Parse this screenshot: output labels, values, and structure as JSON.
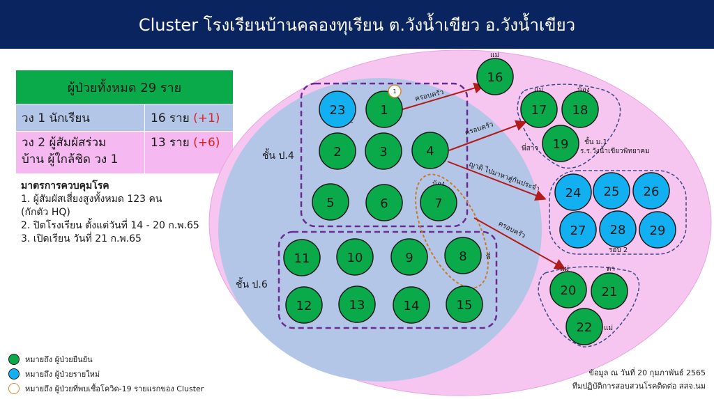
{
  "title": "Cluster โรงเรียนบ้านคลองทุเรียน ต.วังน้ำเขียว อ.วังน้ำเขียว",
  "summary": {
    "header": "ผู้ป่วยทั้งหมด 29 ราย",
    "ring1_label": "วง 1 นักเรียน",
    "ring1_count": "16 ราย",
    "ring1_delta": "(+1)",
    "ring2_label_line1": "วง 2 ผู้สัมผัสร่วม",
    "ring2_label_line2": "บ้าน ผู้ใกล้ชิด วง 1",
    "ring2_count": "13 ราย",
    "ring2_delta": "(+6)"
  },
  "measures": {
    "title": "มาตรการควบคุมโรค",
    "items": [
      "1. ผู้สัมผัสเสี่ยงสูงทั้งหมด 123 คน",
      "(กักตัว HQ)",
      "2. ปิดโรงเรียน ตั้งแต่วันที่ 14 - 20 ก.พ.65",
      "3. เปิดเรียน วันที่ 21 ก.พ.65"
    ]
  },
  "legend": [
    {
      "label": "หมายถึง ผู้ป่วยยืนยัน",
      "color": "#0aaa4a"
    },
    {
      "label": "หมายถึง ผู้ป่วยรายใหม่",
      "color": "#12b0f0"
    },
    {
      "label": "หมายถึง ผู้ป่วยที่พบเชื้อโควิด-19 รายแรกของ Cluster",
      "color": "#ffffff"
    }
  ],
  "source": {
    "line1": "ข้อมูล ณ วันที่ 20 กุมภาพันธ์ 2565",
    "line2": "ทีมปฏิบัติการสอบสวนโรคติดต่อ สสจ.นม"
  },
  "colors": {
    "confirmed": "#0aaa4a",
    "new": "#12b0f0",
    "arrow": "#b31b1b",
    "group_border": "#6a2c91"
  },
  "diagram": {
    "grade4_label": "ชั้น ป.4",
    "grade6_label": "ชั้น ป.6",
    "first_case_badge": "1",
    "round2_label": "รอบ 2",
    "round2_label_b": "รอบ 2",
    "case_labels": {
      "c16": "แม่",
      "c17": "แม่",
      "c18": "น้อง",
      "c19": "พี่สาว",
      "c19_note_line1": "ชั้น ม.1",
      "c19_note_line2": "ร.ร.วังน้ำเขียวพิทยาคม",
      "c7": "น้อง",
      "c8": "พี่",
      "c20": "แม่",
      "c21": "ตา",
      "c22": "แม่"
    },
    "arrow_labels": [
      "ครอบครัว",
      "ครอบครัว",
      "ญาติ ไปมาหาสู่กันประจำ",
      "ครอบครัว"
    ],
    "cases": [
      {
        "id": "1",
        "status": "confirmed"
      },
      {
        "id": "2",
        "status": "confirmed"
      },
      {
        "id": "3",
        "status": "confirmed"
      },
      {
        "id": "4",
        "status": "confirmed"
      },
      {
        "id": "5",
        "status": "confirmed"
      },
      {
        "id": "6",
        "status": "confirmed"
      },
      {
        "id": "7",
        "status": "confirmed"
      },
      {
        "id": "8",
        "status": "confirmed"
      },
      {
        "id": "9",
        "status": "confirmed"
      },
      {
        "id": "10",
        "status": "confirmed"
      },
      {
        "id": "11",
        "status": "confirmed"
      },
      {
        "id": "12",
        "status": "confirmed"
      },
      {
        "id": "13",
        "status": "confirmed"
      },
      {
        "id": "14",
        "status": "confirmed"
      },
      {
        "id": "15",
        "status": "confirmed"
      },
      {
        "id": "16",
        "status": "confirmed"
      },
      {
        "id": "17",
        "status": "confirmed"
      },
      {
        "id": "18",
        "status": "confirmed"
      },
      {
        "id": "19",
        "status": "confirmed"
      },
      {
        "id": "20",
        "status": "confirmed"
      },
      {
        "id": "21",
        "status": "confirmed"
      },
      {
        "id": "22",
        "status": "confirmed"
      },
      {
        "id": "23",
        "status": "new"
      },
      {
        "id": "24",
        "status": "new"
      },
      {
        "id": "25",
        "status": "new"
      },
      {
        "id": "26",
        "status": "new"
      },
      {
        "id": "27",
        "status": "new"
      },
      {
        "id": "28",
        "status": "new"
      },
      {
        "id": "29",
        "status": "new"
      }
    ]
  }
}
